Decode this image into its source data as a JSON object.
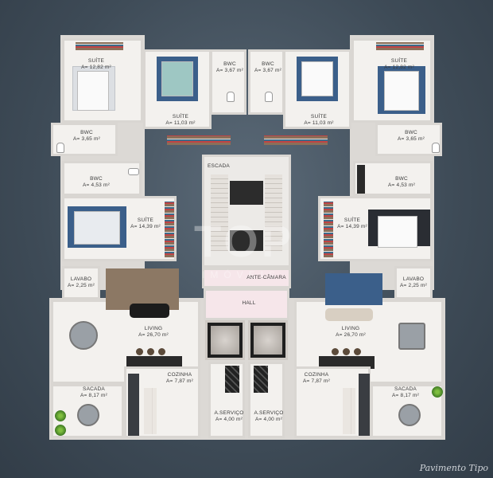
{
  "rooms": {
    "suite_tl": {
      "name": "SUÍTE",
      "area": "A= 12,82 m²"
    },
    "suite_tl2": {
      "name": "SUÍTE",
      "area": "A= 11,03 m²"
    },
    "bwc_t1": {
      "name": "BWC",
      "area": "A= 3,67 m²"
    },
    "bwc_t2": {
      "name": "BWC",
      "area": "A= 3,67 m²"
    },
    "suite_tr2": {
      "name": "SUÍTE",
      "area": "A= 11,03 m²"
    },
    "suite_tr": {
      "name": "SUÍTE",
      "area": "A= 12,82 m²"
    },
    "bwc_l1": {
      "name": "BWC",
      "area": "A= 3,65 m²"
    },
    "bwc_r1": {
      "name": "BWC",
      "area": "A= 3,65 m²"
    },
    "bwc_l2": {
      "name": "BWC",
      "area": "A= 4,53 m²"
    },
    "bwc_r2": {
      "name": "BWC",
      "area": "A= 4,53 m²"
    },
    "suite_l": {
      "name": "SUÍTE",
      "area": "A= 14,39 m²"
    },
    "suite_r": {
      "name": "SUÍTE",
      "area": "A= 14,39 m²"
    },
    "escada": {
      "name": "ESCADA"
    },
    "antecamara": {
      "name": "ANTE-CÂMARA"
    },
    "hall": {
      "name": "HALL"
    },
    "lavabo_l": {
      "name": "LAVABO",
      "area": "A= 2,25 m²"
    },
    "lavabo_r": {
      "name": "LAVABO",
      "area": "A= 2,25 m²"
    },
    "living_l": {
      "name": "LIVING",
      "area": "A= 26,70 m²"
    },
    "living_r": {
      "name": "LIVING",
      "area": "A= 26,70 m²"
    },
    "cozinha_l": {
      "name": "COZINHA",
      "area": "A= 7,87 m²"
    },
    "cozinha_r": {
      "name": "COZINHA",
      "area": "A= 7,87 m²"
    },
    "sacada_l": {
      "name": "SACADA",
      "area": "A= 8,17 m²"
    },
    "sacada_r": {
      "name": "SACADA",
      "area": "A= 8,17 m²"
    },
    "aservico_l": {
      "name": "A.SERVIÇO",
      "area": "A= 4,00 m²"
    },
    "aservico_r": {
      "name": "A.SERVIÇO",
      "area": "A= 4,00 m²"
    }
  },
  "watermark": {
    "top": "TOP",
    "bottom": "IMÓVEIS"
  },
  "signature": "Pavimento Tipo",
  "colors": {
    "background": "#3e4b57",
    "floor": "#f3f1ee",
    "wall": "#d9d6d2",
    "accent_blue": "#3b5f8a"
  }
}
